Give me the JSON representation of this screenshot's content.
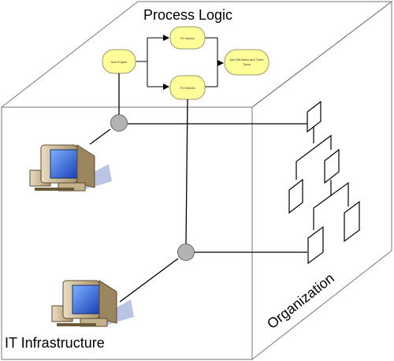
{
  "top_label": "Process Logic",
  "front_label": "IT Infrastructure",
  "side_label": "Organization",
  "process_nodes": [
    {
      "label": "Add Engine"
    },
    {
      "label": "Fit Interior"
    },
    {
      "label": "Fit Wheels"
    },
    {
      "label": "Add Windows and Tyres"
    }
  ],
  "colors": {
    "node_fill": "#ffff99",
    "node_stroke": "#999966",
    "junction_fill": "#b3b3b3",
    "edge": "#000000",
    "face_edge": "#777777"
  }
}
